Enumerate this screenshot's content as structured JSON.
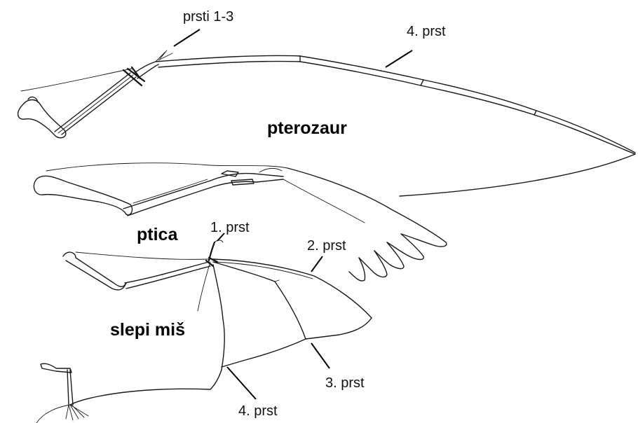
{
  "figure": {
    "labels": {
      "pterosaur_fingers_1_3": "prsti 1-3",
      "pterosaur_finger_4": "4. prst",
      "pterosaur_title": "pterozaur",
      "bird_title": "ptica",
      "bat_finger_1": "1. prst",
      "bat_finger_2": "2. prst",
      "bat_title": "slepi miš",
      "bat_finger_3": "3. prst",
      "bat_finger_4": "4. prst"
    }
  }
}
